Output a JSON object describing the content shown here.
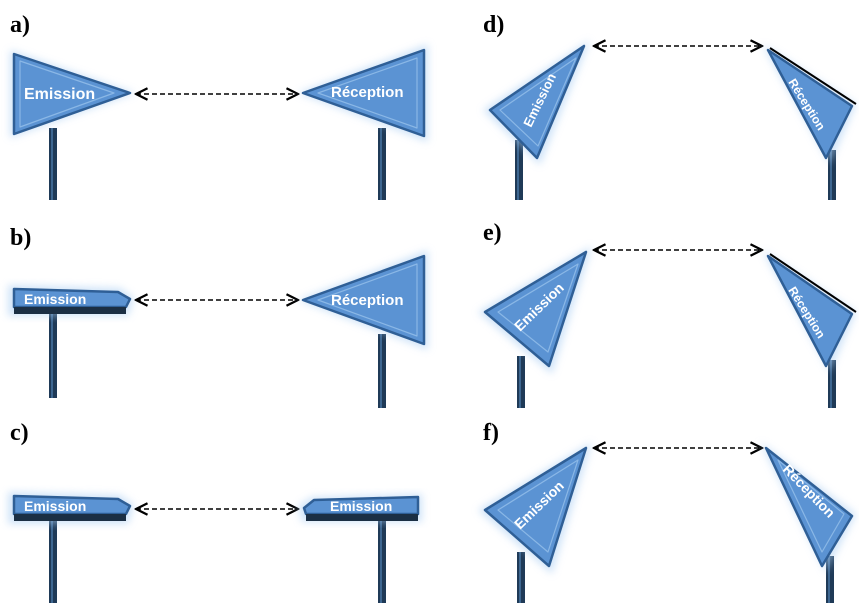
{
  "colors": {
    "sign_fill": "#5b93d3",
    "sign_border": "#2f5f96",
    "glow": "#a9cdf3",
    "pole": "#1f3a57"
  },
  "panels": [
    {
      "label": "a)",
      "left_text": "Emission",
      "right_text": "Réception"
    },
    {
      "label": "b)",
      "left_text": "Emission",
      "right_text": "Réception"
    },
    {
      "label": "c)",
      "left_text": "Emission",
      "right_text": "Emission"
    },
    {
      "label": "d)",
      "left_text": "Emission",
      "right_text": "Réception"
    },
    {
      "label": "e)",
      "left_text": "Emission",
      "right_text": "Réception"
    },
    {
      "label": "f)",
      "left_text": "Emission",
      "right_text": "Réception"
    }
  ]
}
